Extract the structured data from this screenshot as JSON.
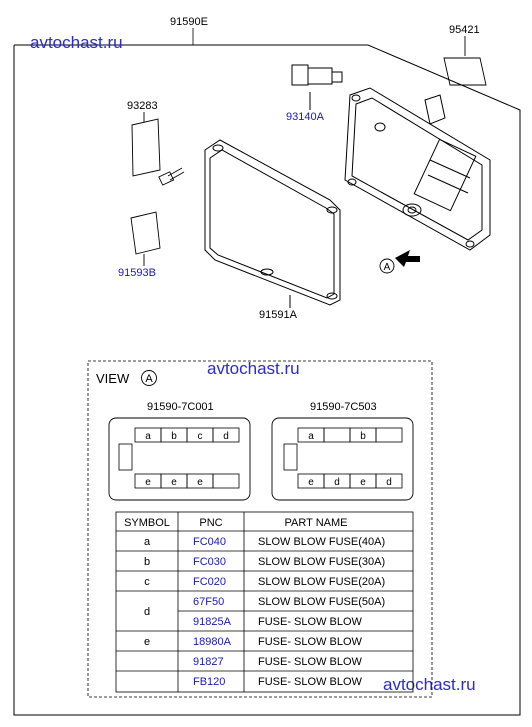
{
  "watermarks": [
    "avtochast.ru",
    "avtochast.ru",
    "avtochast.ru"
  ],
  "callouts": {
    "main_assembly": "91590E",
    "label_right": "95421",
    "connector": "93140A",
    "label_left": "93283",
    "label_bottom": "91593B",
    "cover": "91591A",
    "view_marker": "A"
  },
  "view": {
    "title": "VIEW",
    "marker": "A",
    "left_block": {
      "title": "91590-7C001",
      "top_slots": [
        "a",
        "b",
        "c",
        "d"
      ],
      "bottom_slots": [
        "e",
        "e",
        "e",
        ""
      ]
    },
    "right_block": {
      "title": "91590-7C503",
      "top_slots": [
        "a",
        "",
        "b",
        ""
      ],
      "bottom_slots": [
        "e",
        "d",
        "e",
        "d"
      ]
    }
  },
  "table": {
    "headers": [
      "SYMBOL",
      "PNC",
      "PART NAME"
    ],
    "rows": [
      {
        "symbol": "a",
        "pnc": "FC040",
        "name": "SLOW BLOW FUSE(40A)"
      },
      {
        "symbol": "b",
        "pnc": "FC030",
        "name": "SLOW BLOW FUSE(30A)"
      },
      {
        "symbol": "c",
        "pnc": "FC020",
        "name": "SLOW BLOW FUSE(20A)"
      },
      {
        "symbol": "d",
        "pnc": "67F50",
        "name": "SLOW BLOW FUSE(50A)"
      },
      {
        "symbol": "",
        "pnc": "91825A",
        "name": "FUSE- SLOW BLOW"
      },
      {
        "symbol": "e",
        "pnc": "18980A",
        "name": "FUSE- SLOW BLOW"
      },
      {
        "symbol": "",
        "pnc": "91827",
        "name": "FUSE- SLOW BLOW"
      },
      {
        "symbol": "",
        "pnc": "FB120",
        "name": "FUSE- SLOW BLOW"
      }
    ]
  }
}
